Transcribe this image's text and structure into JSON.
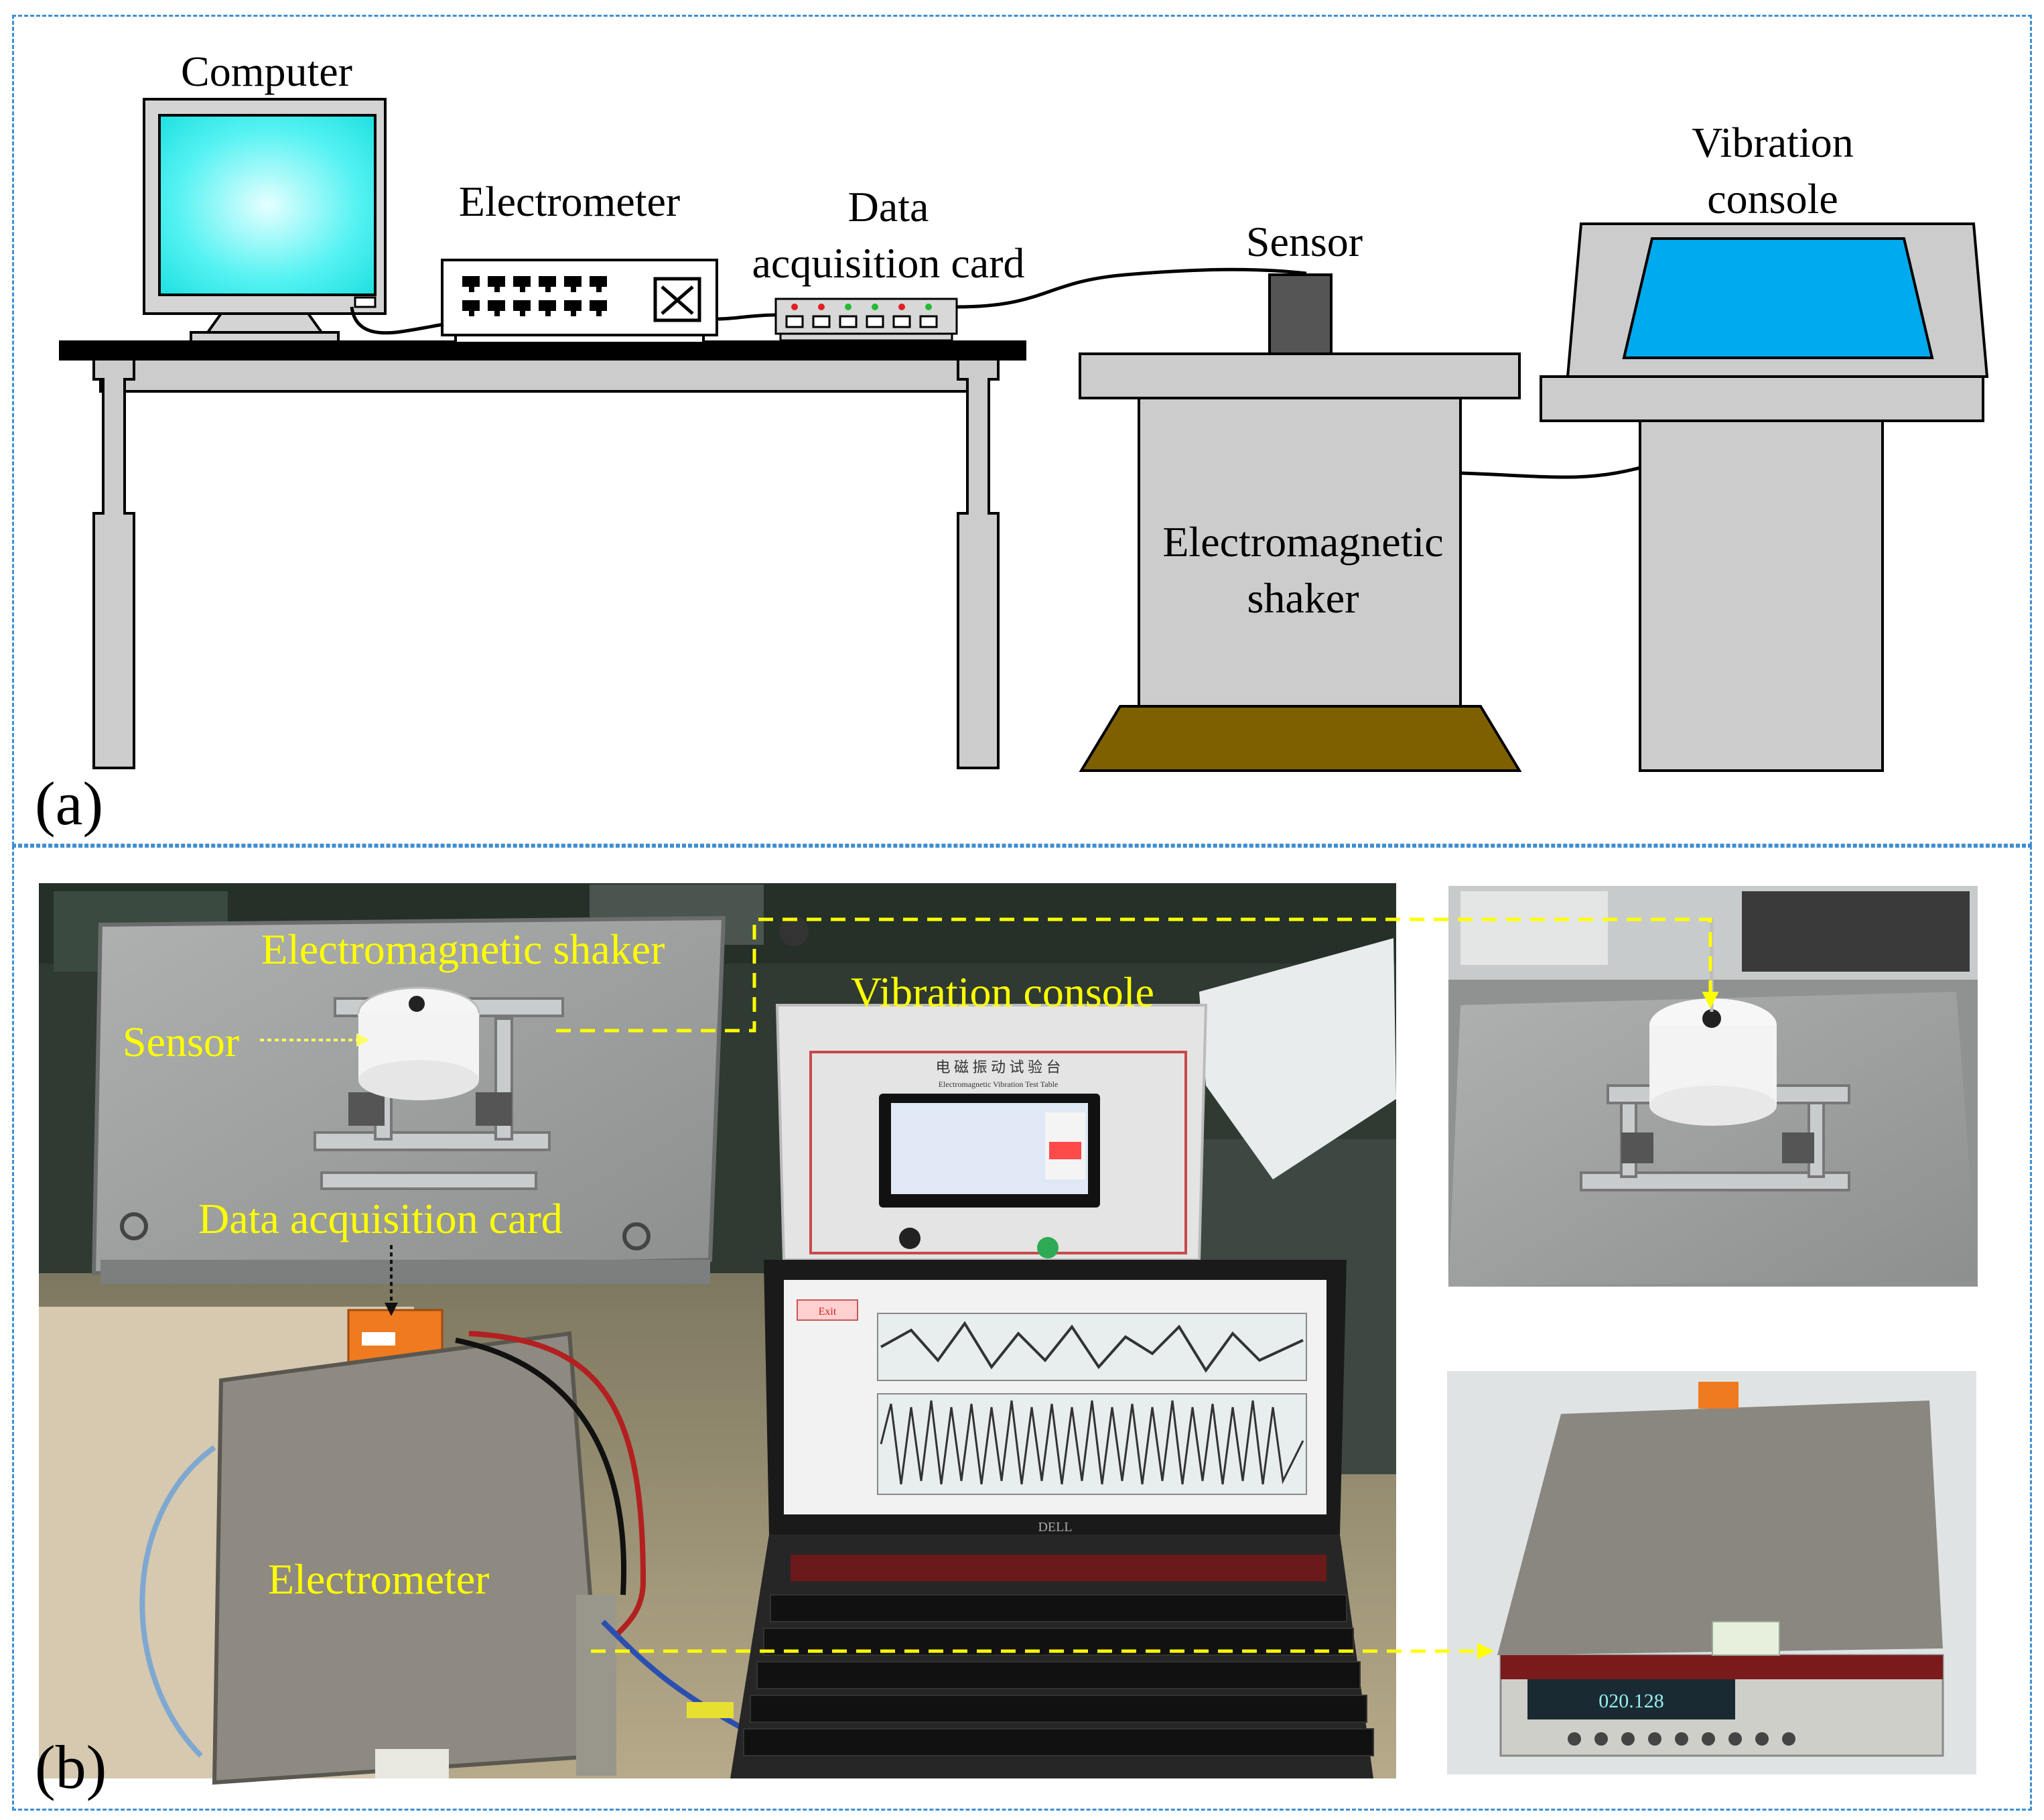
{
  "panel_a": {
    "letter": "(a)",
    "labels": {
      "computer": "Computer",
      "electrometer": "Electrometer",
      "dac_line1": "Data",
      "dac_line2": "acquisition card",
      "sensor": "Sensor",
      "console_line1": "Vibration",
      "console_line2": "console",
      "shaker_line1": "Electromagnetic",
      "shaker_line2": "shaker"
    }
  },
  "panel_b": {
    "letter": "(b)",
    "labels": {
      "shaker": "Electromagnetic shaker",
      "sensor": "Sensor",
      "console": "Vibration console",
      "dac": "Data acquisition card",
      "electrometer": "Electrometer"
    },
    "device_text": {
      "console_title": "电 磁 振 动 试 验 台",
      "console_subtitle": "Electromagnetic Vibration Test Table",
      "exit_button": "Exit",
      "laptop_brand": "DELL",
      "meter_reading": "020.128"
    }
  },
  "colors": {
    "frame_dash": "#3f8fd2",
    "annotation_yellow": "#ffff00",
    "table_gray": "#cccccc",
    "monitor_cyan": "#3ff0f0",
    "console_blue": "#00aaee",
    "shaker_base": "#7f6000",
    "sensor_dark": "#555555"
  }
}
